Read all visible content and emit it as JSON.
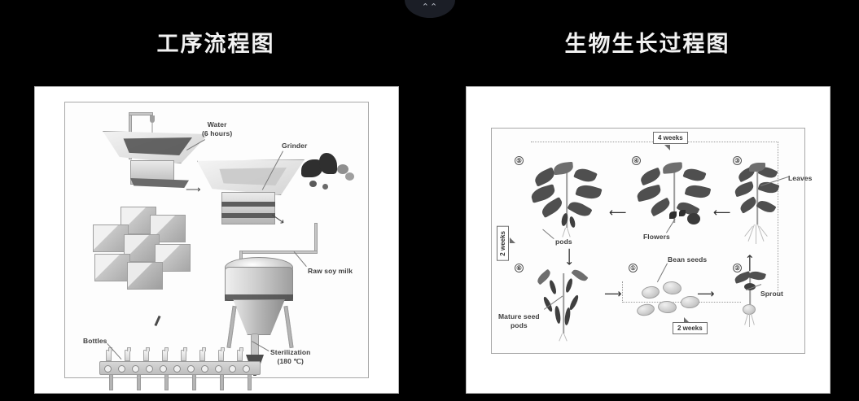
{
  "page": {
    "background_color": "#000000",
    "panel_color": "#ffffff",
    "text_color": "#f2f2f2"
  },
  "top_badge": {
    "icon": "chevron-collapse-icon",
    "glyph": "⌃⌃"
  },
  "left_section": {
    "title": "工序流程图",
    "diagram": {
      "type": "process-flow-diagram",
      "subject": "soy milk production process",
      "labels": [
        {
          "id": "water",
          "text": "Water",
          "text2": "(6 hours)"
        },
        {
          "id": "grinder",
          "text": "Grinder"
        },
        {
          "id": "raw-soy-milk",
          "text": "Raw soy milk"
        },
        {
          "id": "bottles",
          "text": "Bottles"
        },
        {
          "id": "sterilization",
          "text": "Sterilization",
          "text2": "(180 ℃)"
        }
      ],
      "stages": [
        "Soaking hopper (Water, 6 hours)",
        "Grinder",
        "Raw soy milk pipe",
        "Sterilization tank (180 ℃)",
        "Bottling conveyor (Bottles)",
        "Packing crates"
      ],
      "bottle_count": 8,
      "roller_count": 11,
      "crate_count": 7
    }
  },
  "right_section": {
    "title": "生物生长过程图",
    "diagram": {
      "type": "biological-life-cycle-diagram",
      "subject": "soybean growth cycle",
      "steps": [
        {
          "number": "①",
          "label": "Bean seeds"
        },
        {
          "number": "②",
          "label": "Sprout"
        },
        {
          "number": "③",
          "label": "Leaves"
        },
        {
          "number": "④",
          "label": "Flowers"
        },
        {
          "number": "⑤",
          "label": "pods"
        },
        {
          "number": "⑥",
          "label": "Mature seed pods"
        }
      ],
      "durations": [
        {
          "id": "top",
          "text": "4 weeks"
        },
        {
          "id": "left",
          "text": "2 weeks"
        },
        {
          "id": "bottom",
          "text": "2 weeks"
        }
      ],
      "labels": [
        {
          "id": "leaves",
          "text": "Leaves"
        },
        {
          "id": "flowers",
          "text": "Flowers"
        },
        {
          "id": "pods",
          "text": "pods"
        },
        {
          "id": "bean-seeds",
          "text": "Bean seeds"
        },
        {
          "id": "sprout",
          "text": "Sprout"
        },
        {
          "id": "mature-seed-pods",
          "text": "Mature seed",
          "text2": "pods"
        }
      ],
      "seed_count": 5
    }
  }
}
